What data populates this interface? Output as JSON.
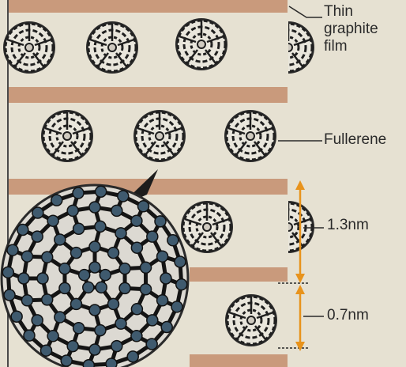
{
  "labels": {
    "film": "Thin graphite film",
    "fullerene": "Fullerene",
    "spacing_large": "1.3nm",
    "spacing_small": "0.7nm"
  },
  "colors": {
    "background": "#e6e1d2",
    "graphite_layer": "#c99a7c",
    "molecule": "#1f1f1f",
    "zoom_atom": "#3f5a6e",
    "arrow": "#e8931c"
  },
  "icons": {
    "molecule": "fullerene-molecule-icon",
    "zoom": "fullerene-closeup-illustration"
  }
}
